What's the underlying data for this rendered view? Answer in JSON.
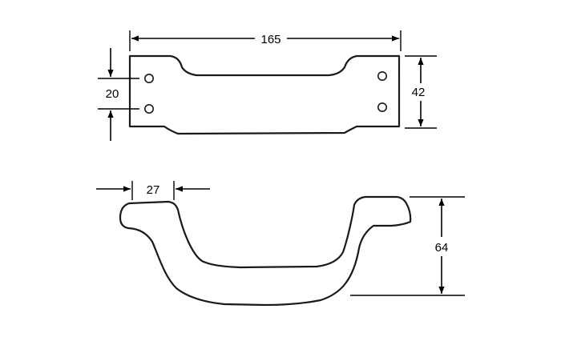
{
  "dimensions": {
    "overall_length": "165",
    "plate_height": "42",
    "hole_spacing": "20",
    "foot_width": "27",
    "handle_height": "64"
  }
}
